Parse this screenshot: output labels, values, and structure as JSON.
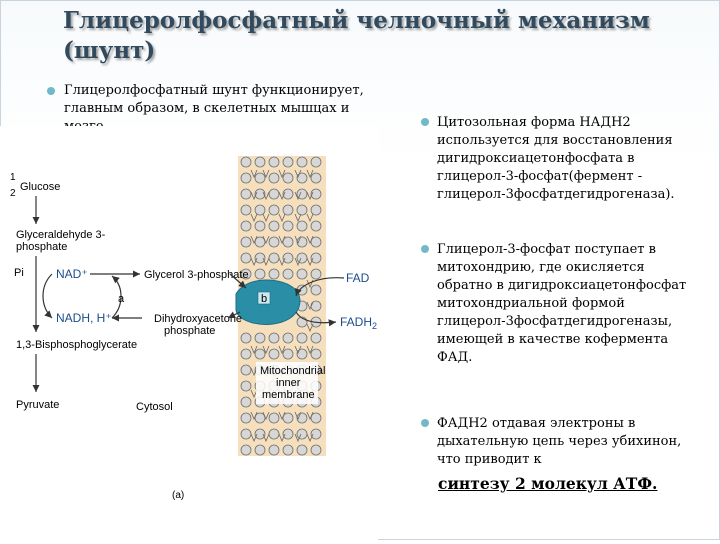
{
  "slide": {
    "title": "Глицеролфосфатный челночный механизм (шунт)",
    "bullet1": "Глицеролфосфатный шунт функционирует, главным образом, в скелетных мышцах и мозге.",
    "bullet2": "Цитозольная форма НАДН2 используется для восстановления дигидроксиацетонфосфата в глицерол-3-фосфат(фермент - глицерол-3фосфатдегидрогеназа).",
    "bullet3": "Глицерол-3-фосфат поступает в митохондрию, где окисляется обратно в дигидроксиацетонфосфат митохондриальной формой глицерол-3фосфатдегидрогеназы, имеющей в качестве кофермента ФАД.",
    "bullet4": "ФАДН2 отдавая электроны в дыхательную цепь через убихинон, что приводит к",
    "emphasis": "синтезу 2 молекул АТФ."
  },
  "diagram": {
    "step_1": "1",
    "step_2": "2",
    "glucose": "Glucose",
    "g3p_line1": "Glyceraldehyde 3-",
    "g3p_line2": "phosphate",
    "pi": "Pi",
    "nad": "NAD⁺",
    "nadh": "NADH, H⁺",
    "enzyme_a": "a",
    "enzyme_b": "b",
    "glycerol3p": "Glycerol 3-phosphate",
    "dhap_line1": "Dihydroxyacetone",
    "dhap_line2": "phosphate",
    "bpg": "1,3-Bisphosphoglycerate",
    "pyruvate": "Pyruvate",
    "cytosol": "Cytosol",
    "membrane_line1": "Mitochondrial",
    "membrane_line2": "inner",
    "membrane_line3": "membrane",
    "fad": "FAD",
    "fadh2": "FADH",
    "fadh2_sub": "2",
    "panel_label": "(a)"
  },
  "colors": {
    "title": "#324a5e",
    "bullet": "#71b9c9",
    "label_blue": "#1a4d8c",
    "enzyme_fill": "#2a8fa6",
    "membrane_fill": "#f6dfbd",
    "lipid": "#6f6f6f"
  }
}
